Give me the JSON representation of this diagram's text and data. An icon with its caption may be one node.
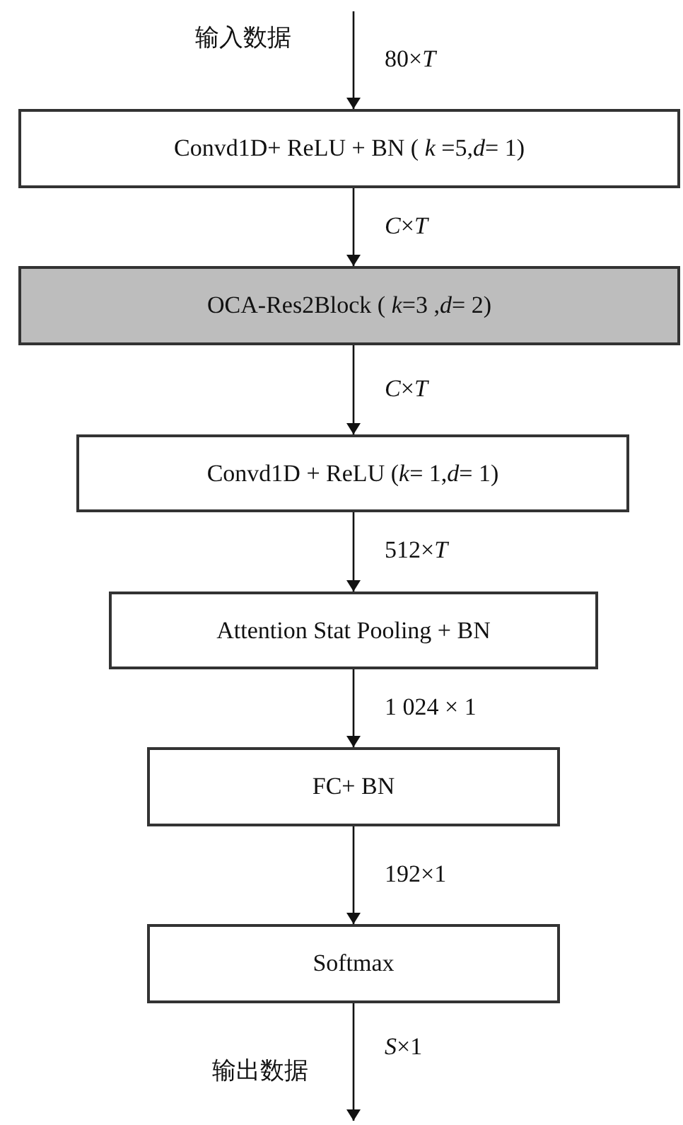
{
  "diagram": {
    "nodes": [
      {
        "text": [
          "Convd1D+ ReLU + BN ( *k* =5,*d*= 1)"
        ]
      },
      {
        "text": [
          "OCA-Res2Block ( *k*=3 ,*d*= 2)"
        ]
      },
      {
        "text": [
          "Convd1D + ReLU (*k*= 1,*d*= 1)"
        ]
      },
      {
        "text": [
          "Attention Stat Pooling + BN"
        ]
      },
      {
        "text": [
          "FC+ BN"
        ]
      },
      {
        "text": [
          "Softmax"
        ]
      }
    ],
    "edges": [
      {
        "from": null,
        "to": 0,
        "arrow": "to",
        "label": "80×*T*"
      },
      {
        "from": 0,
        "to": 1,
        "arrow": "to",
        "label": "*C*×*T*"
      },
      {
        "from": 1,
        "to": 2,
        "arrow": "to",
        "label": "*C*×*T*"
      },
      {
        "from": 2,
        "to": 3,
        "arrow": "to",
        "label": "512×*T*"
      },
      {
        "from": 3,
        "to": 4,
        "arrow": "to",
        "label": "1 024 × 1"
      },
      {
        "from": 4,
        "to": 5,
        "arrow": "to",
        "label": "192×1"
      },
      {
        "from": 5,
        "to": null,
        "arrow": "to",
        "label": "*S*×1"
      }
    ],
    "labels": [
      "输入数据",
      "输出数据"
    ]
  }
}
